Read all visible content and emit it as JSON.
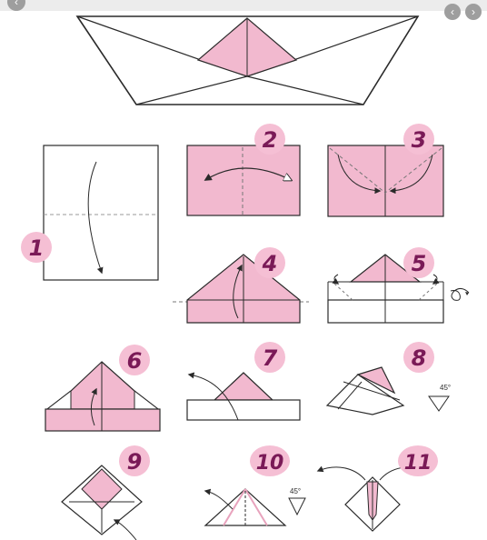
{
  "colors": {
    "pink": "#f2b9cf",
    "pink_dark": "#e8a3bd",
    "badge": "#f5bfd4",
    "badge_number": "#7a1a57",
    "line": "#2a2a2a",
    "dash": "#888888"
  },
  "icons": [
    "back-icon",
    "forward-icon",
    "curly-arrow-icon"
  ],
  "steps": {
    "s1": "1",
    "s2": "2",
    "s3": "3",
    "s4": "4",
    "s5": "5",
    "s6": "6",
    "s7": "7",
    "s8": "8",
    "s9": "9",
    "s10": "10",
    "s11": "11"
  },
  "angles": {
    "step8": "45°",
    "step10": "45°"
  }
}
